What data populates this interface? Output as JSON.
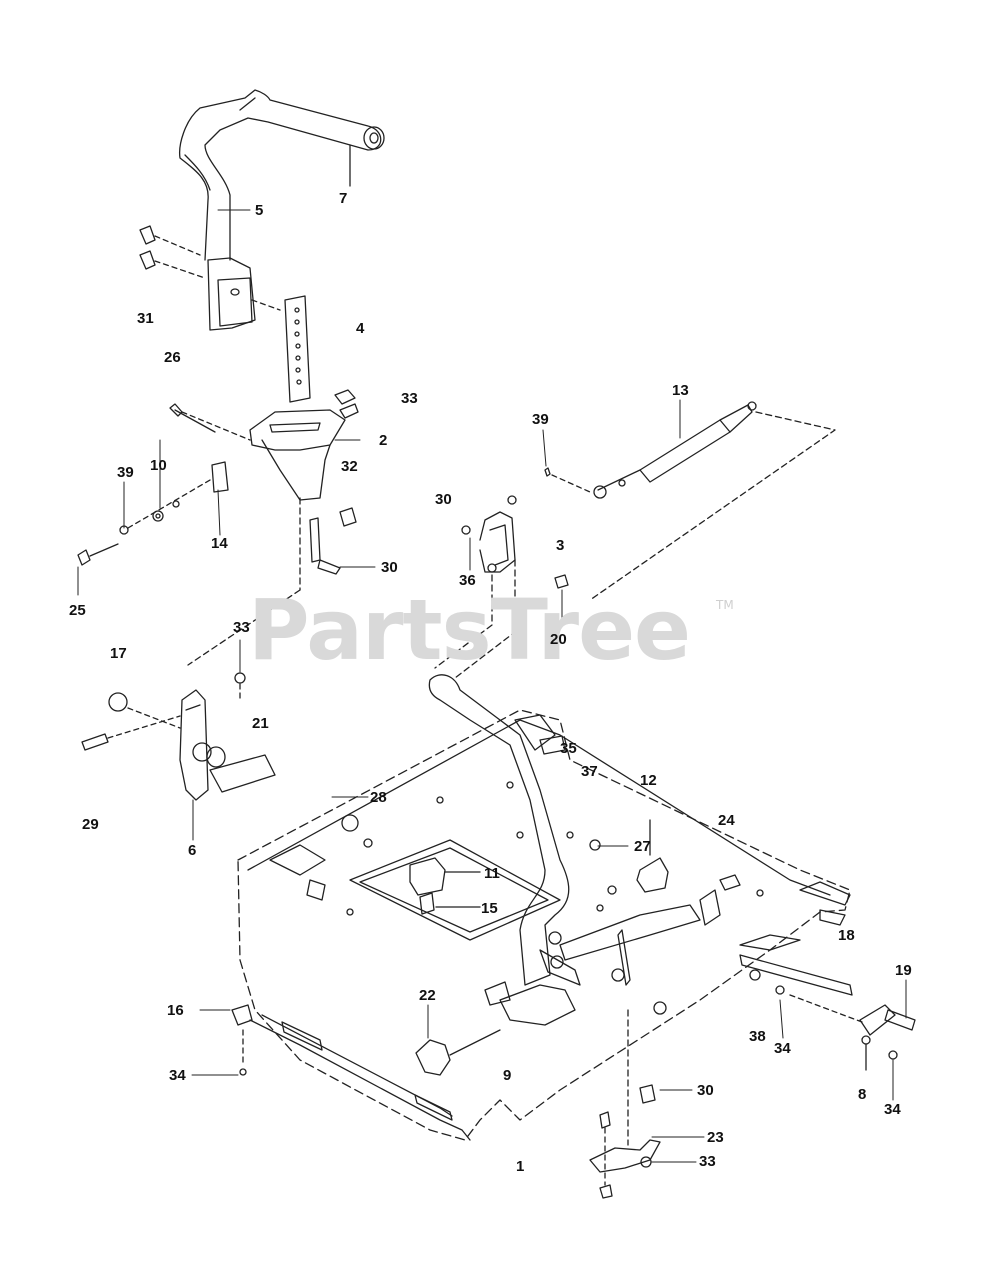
{
  "watermark": {
    "text": "PartsTree",
    "tm": "TM"
  },
  "callouts": [
    "7",
    "5",
    "31",
    "26",
    "4",
    "33",
    "13",
    "39",
    "2",
    "32",
    "39",
    "10",
    "30",
    "3",
    "14",
    "36",
    "30",
    "25",
    "33",
    "20",
    "17",
    "21",
    "35",
    "37",
    "12",
    "24",
    "28",
    "29",
    "6",
    "27",
    "11",
    "15",
    "18",
    "19",
    "16",
    "22",
    "38",
    "34",
    "8",
    "9",
    "30",
    "34",
    "34",
    "23",
    "33",
    "1"
  ]
}
